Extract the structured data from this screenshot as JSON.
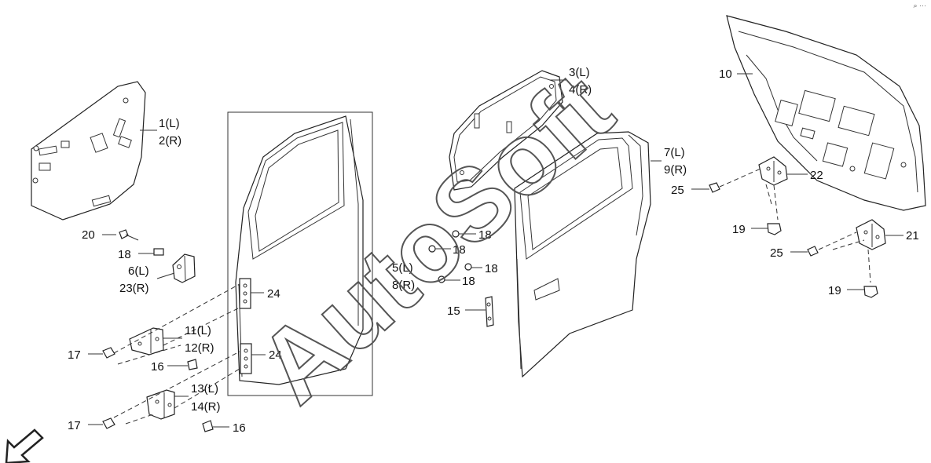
{
  "watermark": "AutoSoft",
  "corner_mark": "⌕ ⋯",
  "callouts": {
    "c1": "1(L)",
    "c2": "2(R)",
    "c3": "3(L)",
    "c4": "4(R)",
    "c5": "5(L)",
    "c8": "8(R)",
    "c6": "6(L)",
    "c23": "23(R)",
    "c7": "7(L)",
    "c9": "9(R)",
    "c10": "10",
    "c11": "11(L)",
    "c12": "12(R)",
    "c13": "13(L)",
    "c14": "14(R)",
    "c15": "15",
    "c16a": "16",
    "c16b": "16",
    "c17a": "17",
    "c17b": "17",
    "c18a": "18",
    "c18b": "18",
    "c18c": "18",
    "c18d": "18",
    "c18e": "18",
    "c19a": "19",
    "c19b": "19",
    "c20": "20",
    "c21": "21",
    "c22": "22",
    "c24a": "24",
    "c24b": "24",
    "c25a": "25",
    "c25b": "25"
  }
}
